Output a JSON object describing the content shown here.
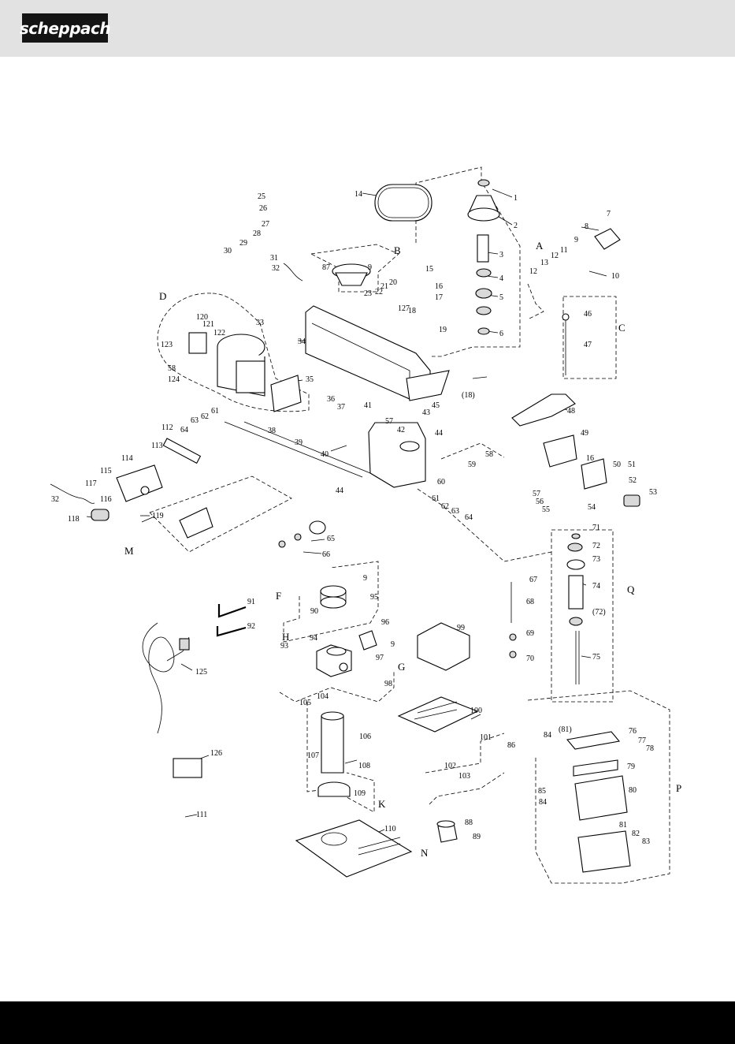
{
  "header": {
    "logo_text": "scheppach"
  },
  "labels": {
    "p1": "1",
    "p2": "2",
    "p3": "3",
    "p4": "4",
    "p5": "5",
    "p6": "6",
    "p7": "7",
    "p8": "8",
    "p9": "9",
    "p10": "10",
    "p11": "11",
    "p12": "12",
    "p12b": "12",
    "p13": "13",
    "p14": "14",
    "p15": "15",
    "p16": "16",
    "p17": "17",
    "p18": "18",
    "p19": "19",
    "p20": "20",
    "p21": "21",
    "p22": "22",
    "p23": "23",
    "p25": "25",
    "p26": "26",
    "p27": "27",
    "p28": "28",
    "p29": "29",
    "p30": "30",
    "p31": "31",
    "p32": "32",
    "p33": "33",
    "p34": "34",
    "p35": "35",
    "p36": "36",
    "p37": "37",
    "p38": "38",
    "p39": "39",
    "p40": "40",
    "p41": "41",
    "p42": "42",
    "p43": "43",
    "p44": "44",
    "p44b": "44",
    "p45": "45",
    "p18b": "(18)",
    "p46": "46",
    "p47": "47",
    "p48": "48",
    "p49": "49",
    "p16b": "16",
    "p50": "50",
    "p51": "51",
    "p52": "52",
    "p53": "53",
    "p54": "54",
    "p55": "55",
    "p56": "56",
    "p57": "57",
    "p57b": "57",
    "p58": "58",
    "p59": "59",
    "p60": "60",
    "p61": "61",
    "p61b": "61",
    "p62": "62",
    "p62b": "62",
    "p63": "63",
    "p63b": "63",
    "p64": "64",
    "p64b": "64",
    "p65": "65",
    "p66": "66",
    "p67": "67",
    "p68": "68",
    "p69": "69",
    "p70": "70",
    "p71": "71",
    "p72": "72",
    "p72b": "(72)",
    "p73": "73",
    "p74": "74",
    "p75": "75",
    "p76": "76",
    "p77": "77",
    "p78": "78",
    "p79": "79",
    "p80": "80",
    "p81": "81",
    "p81b": "(81)",
    "p82": "82",
    "p83": "83",
    "p84": "84",
    "p84b": "84",
    "p85": "85",
    "p86": "86",
    "p87": "87",
    "p88": "88",
    "p89": "89",
    "p90": "90",
    "p9b": "9",
    "p9c": "9",
    "p9d": "9",
    "p91": "91",
    "p92": "92",
    "p93": "93",
    "p94": "94",
    "p95": "95",
    "p96": "96",
    "p97": "97",
    "p98": "98",
    "p99": "99",
    "p100": "100",
    "p101": "101",
    "p102": "102",
    "p103": "103",
    "p104": "104",
    "p105": "105",
    "p106": "106",
    "p107": "107",
    "p108": "108",
    "p109": "109",
    "p110": "110",
    "p111": "111",
    "p112": "112",
    "p113": "113",
    "p114": "114",
    "p115": "115",
    "p116": "116",
    "p117": "117",
    "p118": "118",
    "p119": "119",
    "p120": "120",
    "p121": "121",
    "p122": "122",
    "p123": "123",
    "p124": "124",
    "p125": "125",
    "p126": "126",
    "p127": "127",
    "p58b": "58",
    "p32b": "32"
  },
  "groups": {
    "A": "A",
    "B": "B",
    "C": "C",
    "D": "D",
    "F": "F",
    "G": "G",
    "H": "H",
    "K": "K",
    "M": "M",
    "N": "N",
    "P": "P",
    "Q": "Q"
  }
}
